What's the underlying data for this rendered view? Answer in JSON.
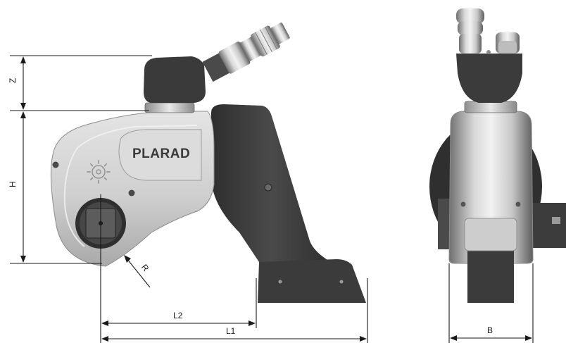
{
  "labels": {
    "z": "Z",
    "h": "H",
    "r": "R",
    "l1": "L1",
    "l2": "L2",
    "b": "B",
    "brand": "PLARAD"
  },
  "colors": {
    "body_light": "#cfcfcf",
    "body_dark": "#3d3d3d",
    "line": "#1a1a1a"
  }
}
